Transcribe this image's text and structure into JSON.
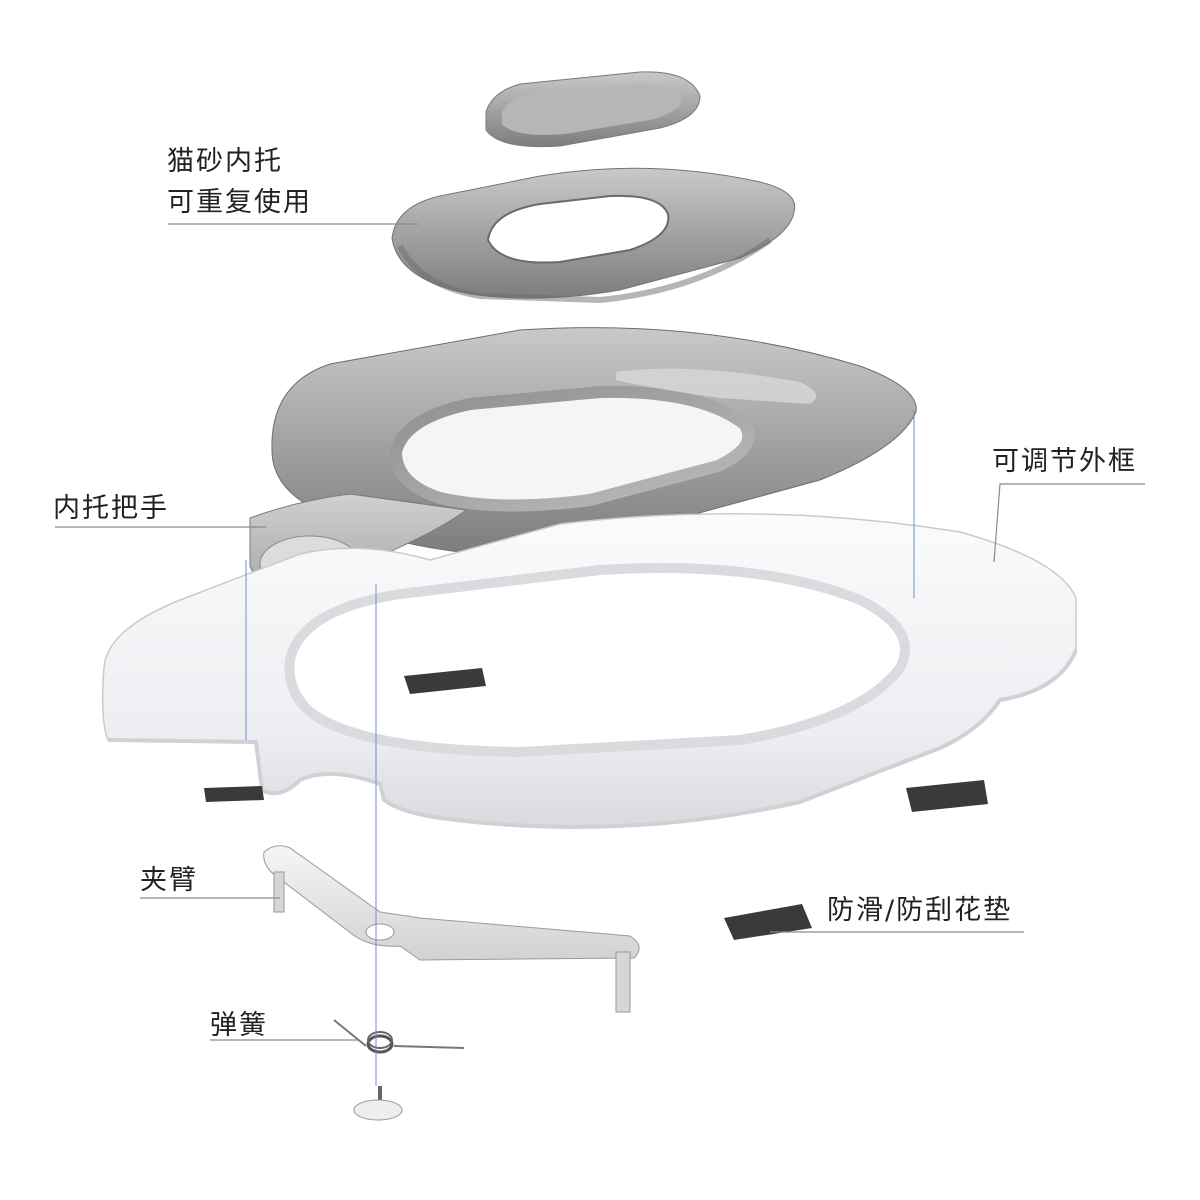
{
  "labels": {
    "cat_tray_line1": "猫砂内托",
    "cat_tray_line2": "可重复使用",
    "adjustable_frame": "可调节外框",
    "tray_handle": "内托把手",
    "clamp_arm": "夹臂",
    "anti_slip_pad": "防滑/防刮花垫",
    "spring": "弹簧"
  },
  "colors": {
    "tray_gray": "#9a9a9a",
    "frame_white": "#eeeff1",
    "pad_dark": "#3a3a3a",
    "leader_line": "#8a8a8a",
    "guide_line": "#6f8fc7"
  }
}
